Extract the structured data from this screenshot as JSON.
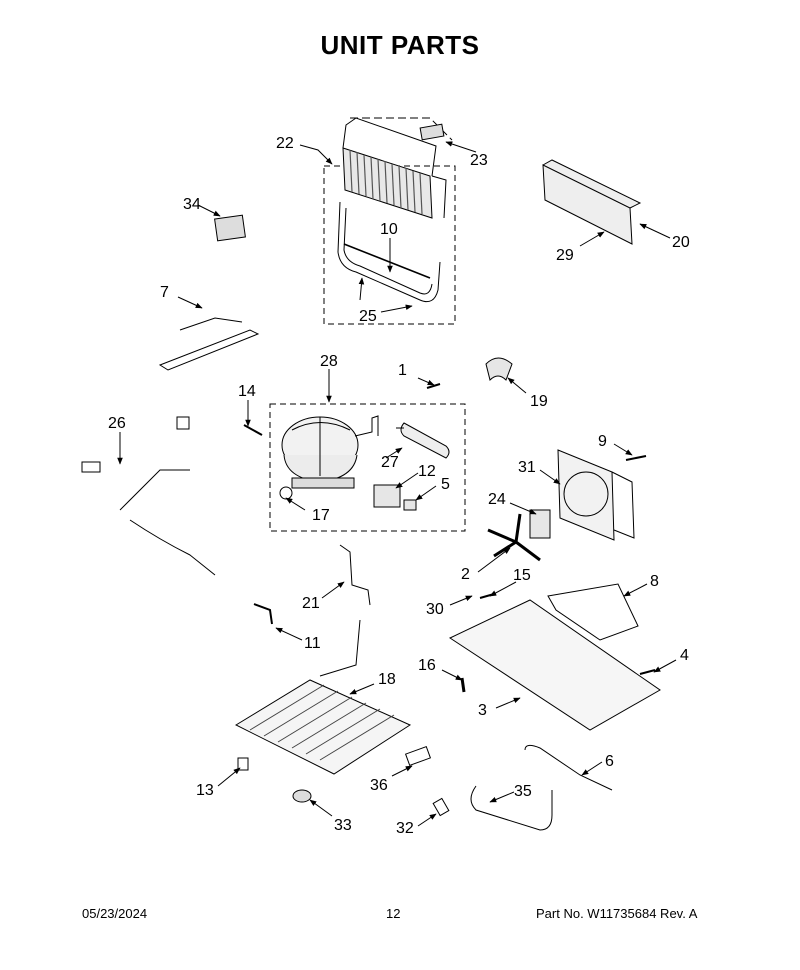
{
  "title": "UNIT  PARTS",
  "footer": {
    "date": "05/23/2024",
    "page": "12",
    "part_no": "Part No.  W11735684  Rev.  A"
  },
  "callouts": [
    {
      "id": "c1",
      "label": "1"
    },
    {
      "id": "c2",
      "label": "2"
    },
    {
      "id": "c3",
      "label": "3"
    },
    {
      "id": "c4",
      "label": "4"
    },
    {
      "id": "c5",
      "label": "5"
    },
    {
      "id": "c6",
      "label": "6"
    },
    {
      "id": "c7",
      "label": "7"
    },
    {
      "id": "c8",
      "label": "8"
    },
    {
      "id": "c9",
      "label": "9"
    },
    {
      "id": "c10",
      "label": "10"
    },
    {
      "id": "c11",
      "label": "11"
    },
    {
      "id": "c12",
      "label": "12"
    },
    {
      "id": "c13",
      "label": "13"
    },
    {
      "id": "c14",
      "label": "14"
    },
    {
      "id": "c15",
      "label": "15"
    },
    {
      "id": "c16",
      "label": "16"
    },
    {
      "id": "c17",
      "label": "17"
    },
    {
      "id": "c18",
      "label": "18"
    },
    {
      "id": "c19",
      "label": "19"
    },
    {
      "id": "c20",
      "label": "20"
    },
    {
      "id": "c21",
      "label": "21"
    },
    {
      "id": "c22",
      "label": "22"
    },
    {
      "id": "c23",
      "label": "23"
    },
    {
      "id": "c24",
      "label": "24"
    },
    {
      "id": "c25",
      "label": "25"
    },
    {
      "id": "c26",
      "label": "26"
    },
    {
      "id": "c27",
      "label": "27"
    },
    {
      "id": "c28",
      "label": "28"
    },
    {
      "id": "c29",
      "label": "29"
    },
    {
      "id": "c30",
      "label": "30"
    },
    {
      "id": "c31",
      "label": "31"
    },
    {
      "id": "c32",
      "label": "32"
    },
    {
      "id": "c33",
      "label": "33"
    },
    {
      "id": "c34",
      "label": "34"
    },
    {
      "id": "c35",
      "label": "35"
    },
    {
      "id": "c36",
      "label": "36"
    }
  ]
}
